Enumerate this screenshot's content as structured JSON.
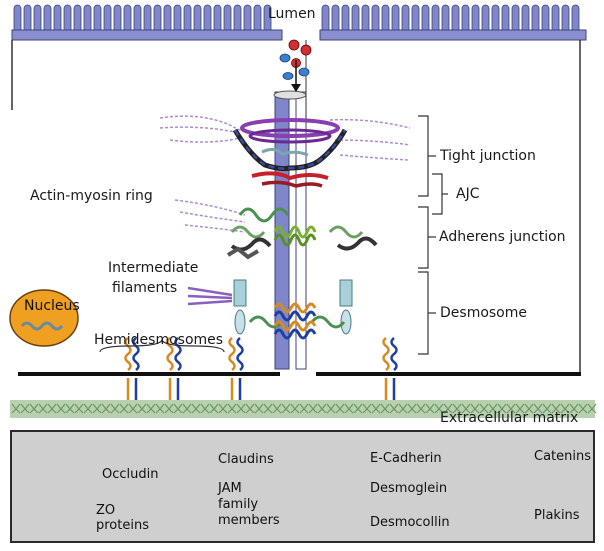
{
  "labels": {
    "lumen": "Lumen",
    "tight_junction": "Tight junction",
    "ajc": "AJC",
    "adherens_junction": "Adherens junction",
    "desmosome": "Desmosome",
    "actin_myosin_ring": "Actin-myosin ring",
    "intermediate_filaments_line1": "Intermediate",
    "intermediate_filaments_line2": "filaments",
    "nucleus": "Nucleus",
    "hemidesmosomes": "Hemidesmosomes",
    "extracellular_matrix": "Extracellular matrix"
  },
  "legend": {
    "occludin": "Occludin",
    "claudins": "Claudins",
    "e_cadherin": "E-Cadherin",
    "catenins": "Catenins",
    "zo_proteins_line1": "ZO",
    "zo_proteins_line2": "proteins",
    "jam_line1": "JAM",
    "jam_line2": "family",
    "jam_line3": "members",
    "desmoglein": "Desmoglein",
    "desmocollin": "Desmocollin",
    "plakins": "Plakins"
  },
  "colors": {
    "membrane": "#7f86c9",
    "membrane_dark": "#4a4f8c",
    "occludin": "#8a3fb0",
    "claudin": "#c8202a",
    "e_cadherin": "#6aa02a",
    "catenin": "#7fbf8a",
    "zo": "#2b3aa0",
    "jam": "#7aa8a8",
    "desmoglein": "#1f3fa0",
    "desmocollin": "#d88a20",
    "plakin": "#a8d0d8",
    "nucleus": "#f0a020",
    "ecm": "#a8c8a0",
    "legend_bg": "#cfcfcf"
  }
}
